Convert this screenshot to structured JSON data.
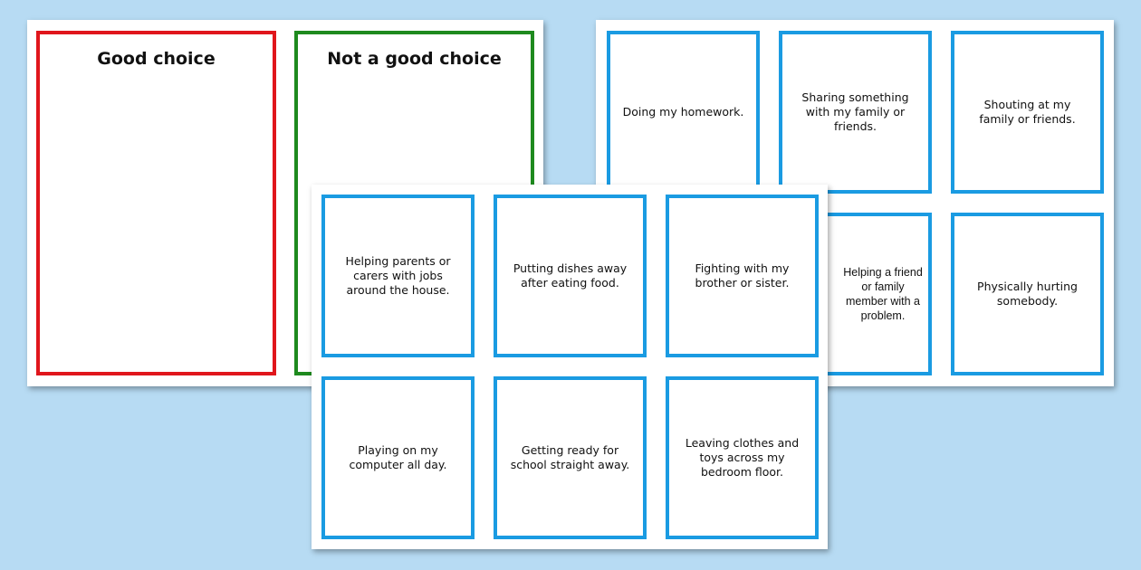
{
  "colors": {
    "background": "#b7dbf3",
    "good": "#e0161c",
    "not_good": "#1e8a1e",
    "card_border": "#1a9be2"
  },
  "sorting_sheet": {
    "good_title": "Good choice",
    "not_good_title": "Not a good choice"
  },
  "back_cards": [
    "Doing my homework.",
    "Sharing something with my family or friends.",
    "Shouting at my family or friends.",
    "",
    "Helping a friend or family member with a problem.",
    "Physically hurting somebody."
  ],
  "front_cards": [
    "Helping parents or carers with jobs around the house.",
    "Putting dishes away after eating food.",
    "Fighting with my brother or sister.",
    "Playing on my computer all day.",
    "Getting ready for school straight away.",
    "Leaving clothes and toys across my bedroom floor."
  ]
}
